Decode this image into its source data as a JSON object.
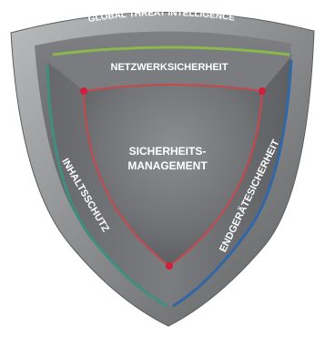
{
  "shield": {
    "outer_label": "GLOBAL THREAT INTELLIGENCE",
    "center_label_line1": "SICHERHEITS-",
    "center_label_line2": "MANAGEMENT",
    "segments": [
      {
        "id": "top",
        "label": "NETZWERKSICHERHEIT",
        "color": "#8bb84a"
      },
      {
        "id": "left",
        "label": "INHALTSSCHUTZ",
        "color": "#3f8f80"
      },
      {
        "id": "right",
        "label": "ENDGERÄTESICHERHEIT",
        "color": "#2f67a8"
      }
    ],
    "colors": {
      "rim": "#8d8f91",
      "segment_fill": "#6c6e71",
      "core_fill": "#737578",
      "divider": "#c8474a",
      "node": "#d11e3a"
    }
  }
}
